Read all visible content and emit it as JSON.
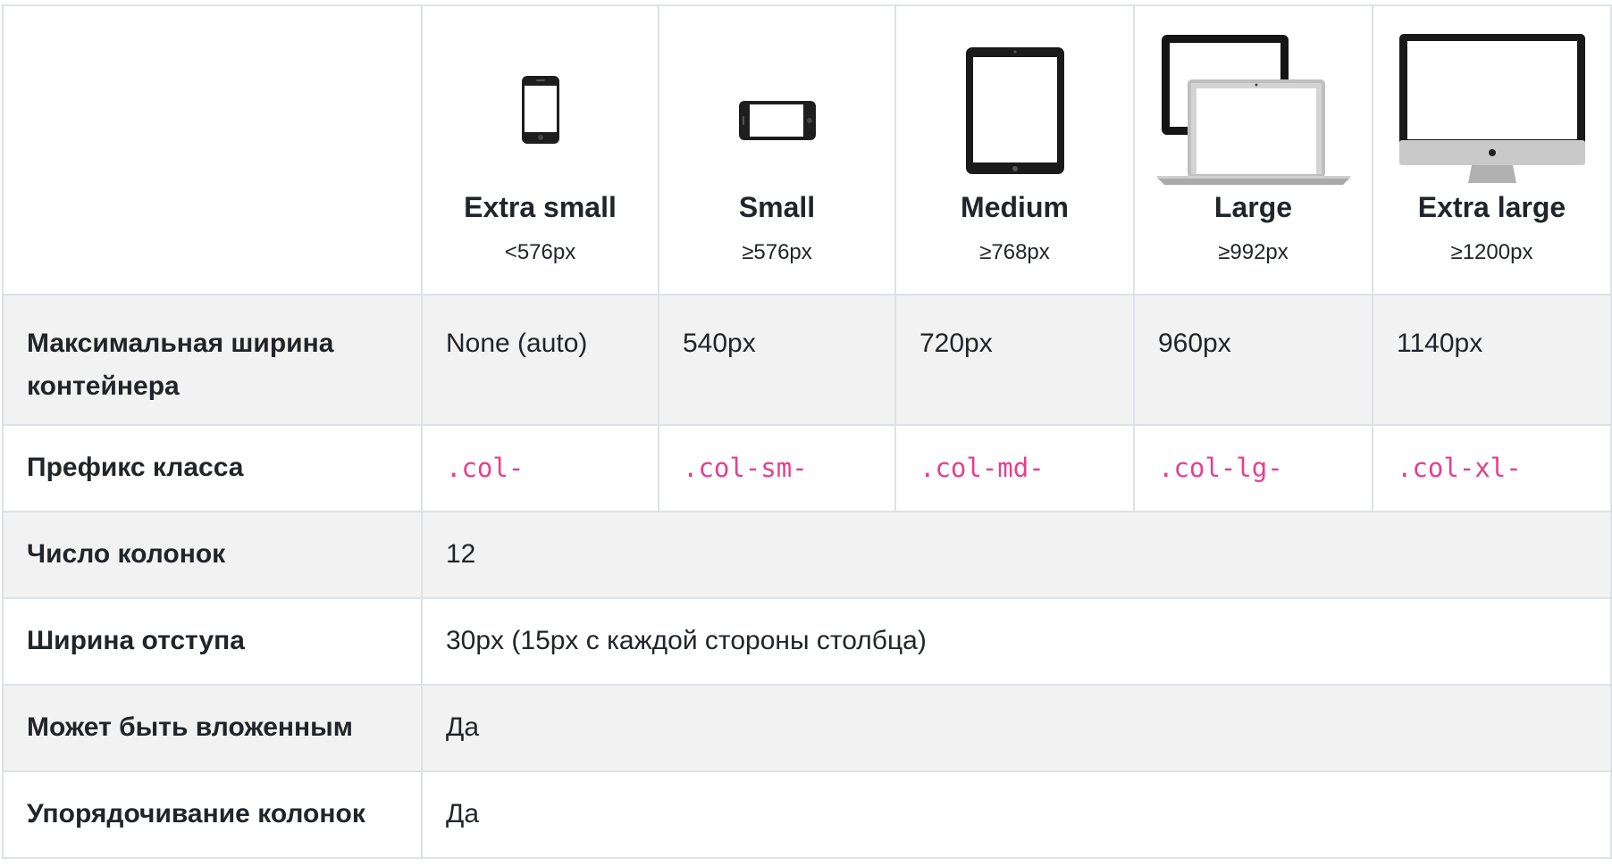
{
  "devices": [
    {
      "name": "Extra small",
      "breakpoint": "<576px",
      "icon": "phone-portrait-icon"
    },
    {
      "name": "Small",
      "breakpoint": "≥576px",
      "icon": "phone-landscape-icon"
    },
    {
      "name": "Medium",
      "breakpoint": "≥768px",
      "icon": "tablet-icon"
    },
    {
      "name": "Large",
      "breakpoint": "≥992px",
      "icon": "laptop-tablet-icon"
    },
    {
      "name": "Extra large",
      "breakpoint": "≥1200px",
      "icon": "desktop-monitor-icon"
    }
  ],
  "rows": {
    "max_width": {
      "label": "Максимальная ширина контейнера",
      "values": [
        "None (auto)",
        "540px",
        "720px",
        "960px",
        "1140px"
      ]
    },
    "prefix": {
      "label": "Префикс класса",
      "values": [
        ".col-",
        ".col-sm-",
        ".col-md-",
        ".col-lg-",
        ".col-xl-"
      ]
    },
    "columns": {
      "label": "Число колонок",
      "value": "12"
    },
    "gutter": {
      "label": "Ширина отступа",
      "value": "30px (15px с каждой стороны столбца)"
    },
    "nestable": {
      "label": "Может быть вложенным",
      "value": "Да"
    },
    "ordering": {
      "label": "Упорядочивание колонок",
      "value": "Да"
    }
  },
  "colors": {
    "code": "#e83e8c",
    "shade": "#f2f2f2",
    "border": "#dee2e6"
  }
}
